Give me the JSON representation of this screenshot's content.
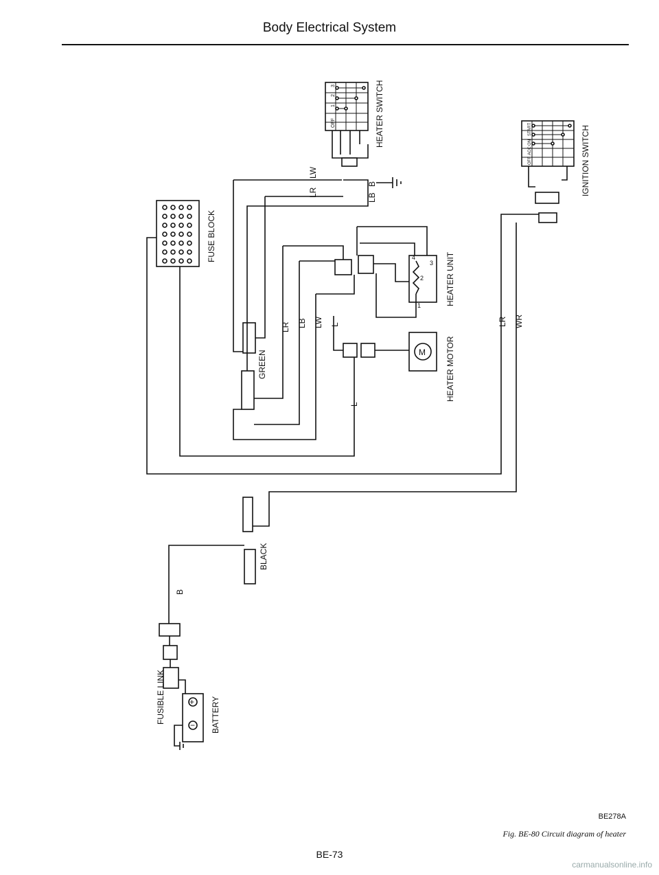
{
  "header": {
    "title": "Body Electrical System"
  },
  "components": {
    "heater_switch": "HEATER SWITCH",
    "ignition_switch": "IGNITION SWITCH",
    "fuse_block": "FUSE BLOCK",
    "heater_unit": "HEATER UNIT",
    "heater_motor": "HEATER MOTOR",
    "green_connector": "GREEN",
    "black_connector": "BLACK",
    "fusible_link": "FUSIBLE LINK",
    "battery": "BATTERY"
  },
  "heater_switch_positions": [
    "OFF",
    "1",
    "2",
    "3"
  ],
  "ignition_switch_positions": [
    "OFF",
    "ACC",
    "ON",
    "START"
  ],
  "wire_labels": {
    "lw_top": "LW",
    "lr_top": "LR",
    "b_top": "B",
    "lb_top": "LB",
    "lr_mid": "LR",
    "lb_mid": "LB",
    "lw_mid": "LW",
    "l_mid": "L",
    "l_low": "L",
    "lr_right": "LR",
    "wr_right": "WR",
    "b_low": "B"
  },
  "resistor_terminals": [
    "1",
    "2",
    "3",
    "4"
  ],
  "figure": {
    "code": "BE278A",
    "caption": "Fig. BE-80  Circuit diagram of heater"
  },
  "page_number": "BE-73",
  "footer": "carmanualsonline.info"
}
